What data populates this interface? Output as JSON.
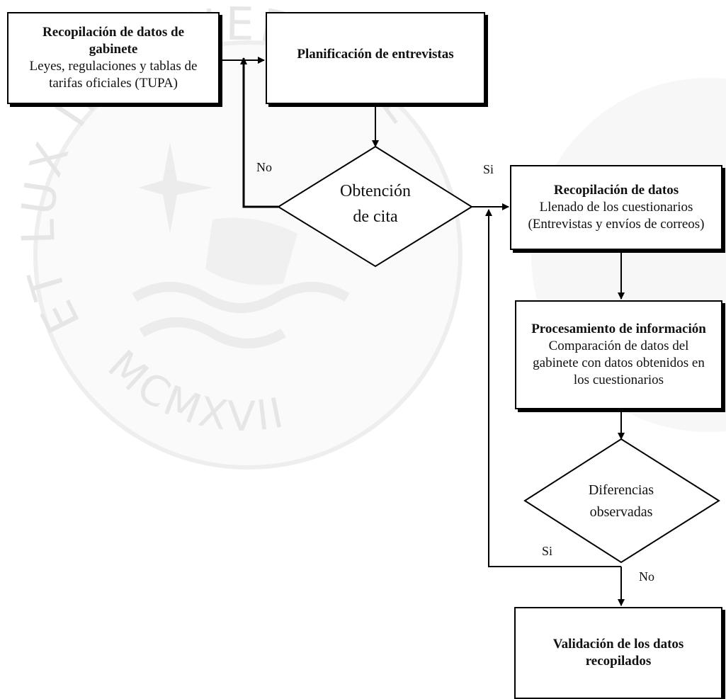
{
  "nodes": {
    "gabinete": {
      "title": "Recopilación de datos de gabinete",
      "subtitle": "Leyes, regulaciones y tablas de tarifas oficiales (TUPA)"
    },
    "planificacion": {
      "title": "Planificación de entrevistas"
    },
    "cita": {
      "text_line1": "Obtención",
      "text_line2": "de cita"
    },
    "recopilacion": {
      "title": "Recopilación de datos",
      "line1": "Llenado de los cuestionarios",
      "line2": "(Entrevistas y envíos de correos)"
    },
    "procesamiento": {
      "title": "Procesamiento de información",
      "subtitle": "Comparación de datos del gabinete con datos obtenidos en los cuestionarios"
    },
    "diferencias": {
      "text_line1": "Diferencias",
      "text_line2": "observadas"
    },
    "validacion": {
      "title": "Validación de los datos recopilados"
    }
  },
  "labels": {
    "no_cita": "No",
    "si_cita": "Si",
    "si_diferencias": "Si",
    "no_diferencias": "No"
  },
  "watermark": {
    "motto": "ET LUX IN TENEBRIS LUCET",
    "year": "MCMXVII",
    "color": "#e6e6e6"
  }
}
